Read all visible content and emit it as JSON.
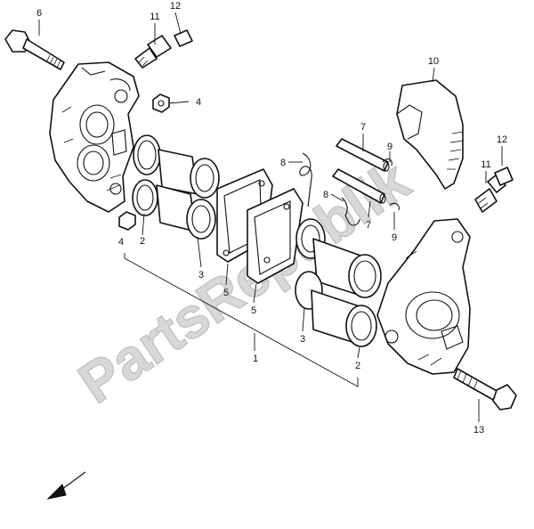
{
  "watermark": "PartsRepublik",
  "callouts": {
    "c1": "1",
    "c2a": "2",
    "c2b": "2",
    "c3a": "3",
    "c3b": "3",
    "c4a": "4",
    "c4b": "4",
    "c5a": "5",
    "c5b": "5",
    "c6": "6",
    "c7a": "7",
    "c7b": "7",
    "c8a": "8",
    "c8b": "8",
    "c9a": "9",
    "c9b": "9",
    "c10": "10",
    "c11a": "11",
    "c11b": "11",
    "c12a": "12",
    "c12b": "12",
    "c13": "13"
  }
}
